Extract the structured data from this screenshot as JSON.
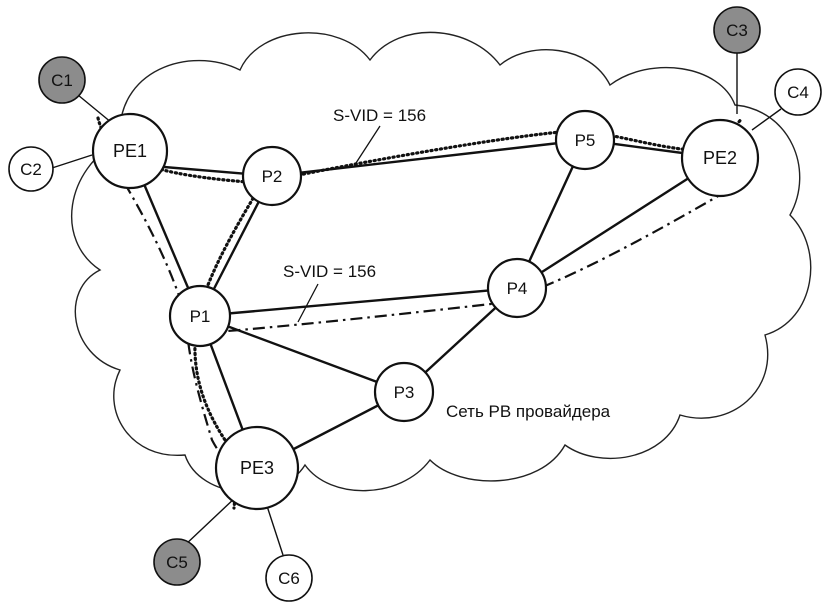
{
  "nodes": {
    "pe1": "PE1",
    "pe2": "PE2",
    "pe3": "PE3",
    "p1": "P1",
    "p2": "P2",
    "p3": "P3",
    "p4": "P4",
    "p5": "P5"
  },
  "customers": {
    "c1": "C1",
    "c2": "C2",
    "c3": "C3",
    "c4": "C4",
    "c5": "C5",
    "c6": "C6"
  },
  "annotations": {
    "svid_top": "S-VID = 156",
    "svid_mid": "S-VID = 156",
    "network_label": "Сеть PB провайдера"
  },
  "colors": {
    "customer_shaded": "#8c8c8c",
    "customer_plain": "#ffffff",
    "line": "#111111"
  }
}
